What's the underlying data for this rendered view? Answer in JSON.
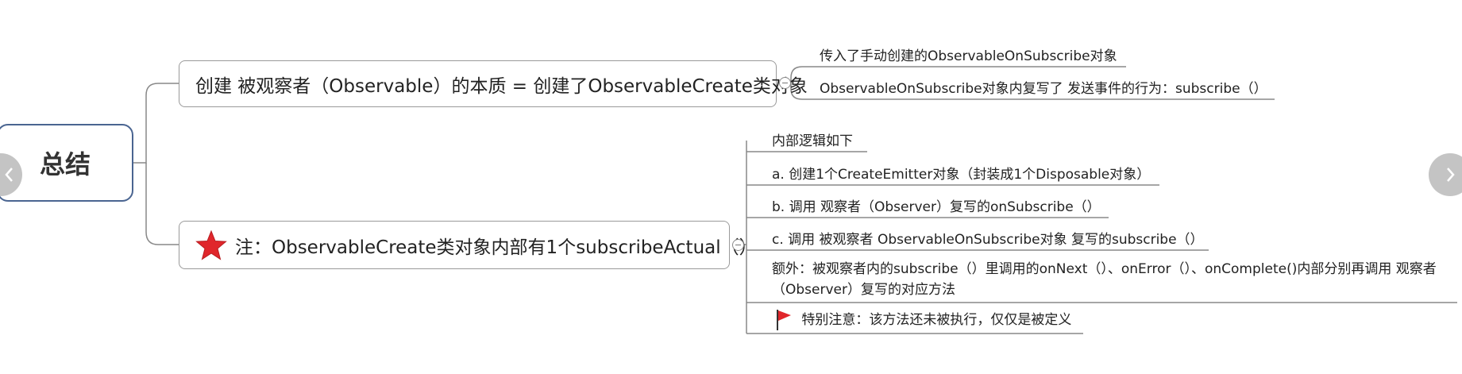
{
  "root": {
    "label": "总结"
  },
  "branches": [
    {
      "label": "创建 被观察者（Observable）的本质 = 创建了ObservableCreate类对象",
      "children": [
        "传入了手动创建的ObservableOnSubscribe对象",
        "ObservableOnSubscribe对象内复写了 发送事件的行为：subscribe（）"
      ]
    },
    {
      "label": "注：ObservableCreate类对象内部有1个subscribeActual（）",
      "icon": "star-icon",
      "children": [
        "内部逻辑如下",
        "a. 创建1个CreateEmitter对象（封装成1个Disposable对象）",
        "b. 调用 观察者（Observer）复写的onSubscribe（）",
        "c. 调用 被观察者 ObservableOnSubscribe对象 复写的subscribe（）",
        "额外：被观察者内的subscribe（）里调用的onNext（）、onError（）、onComplete()内部分别再调用 观察者（Observer）复写的对应方法",
        "特别注意：该方法还未被执行，仅仅是被定义"
      ],
      "last_child_icon": "red-flag-icon"
    }
  ],
  "colors": {
    "root_border": "#4a6591",
    "branch_border": "#9a9a9a",
    "line": "#888888",
    "star": "#e0262b",
    "flag": "#e0262b",
    "nav_button": "#c4c4c4"
  },
  "icons": {
    "nav_prev": "chevron-left-icon",
    "nav_next": "chevron-right-icon"
  }
}
